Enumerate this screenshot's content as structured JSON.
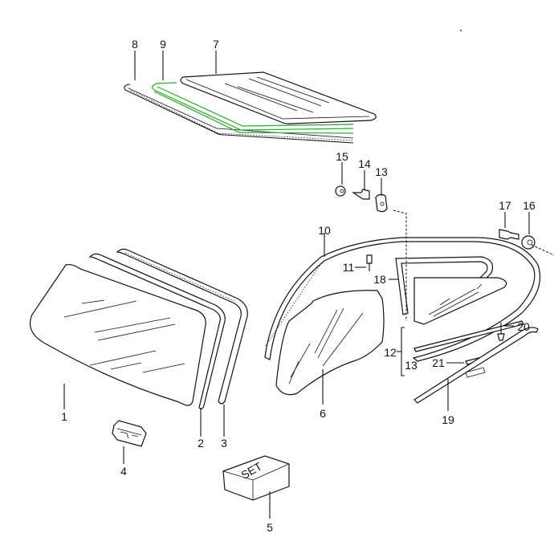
{
  "diagram": {
    "type": "exploded parts diagram",
    "subject": "vehicle glazing (windshield, sunroof, side and quarter windows)",
    "accent_color": "#2aa82a",
    "parts": [
      {
        "id": "1",
        "label": "1",
        "name": "windshield glass"
      },
      {
        "id": "2",
        "label": "2",
        "name": "windshield inner seal"
      },
      {
        "id": "3",
        "label": "3",
        "name": "windshield outer seal"
      },
      {
        "id": "4",
        "label": "4",
        "name": "mirror base / clip"
      },
      {
        "id": "5",
        "label": "5",
        "name": "adhesive set",
        "box_text": "SET"
      },
      {
        "id": "6",
        "label": "6",
        "name": "door window glass"
      },
      {
        "id": "7",
        "label": "7",
        "name": "sunroof glass panel"
      },
      {
        "id": "8",
        "label": "8",
        "name": "sunroof outer seal"
      },
      {
        "id": "9",
        "label": "9",
        "name": "sunroof inner seal"
      },
      {
        "id": "10",
        "label": "10",
        "name": "roof frame seal"
      },
      {
        "id": "11",
        "label": "11",
        "name": "clip pin"
      },
      {
        "id": "12",
        "label": "12",
        "name": "quarter window assembly"
      },
      {
        "id": "13a",
        "label": "13",
        "name": "grommet"
      },
      {
        "id": "13b",
        "label": "13",
        "name": "quarter window assembly (variant)"
      },
      {
        "id": "14",
        "label": "14",
        "name": "stud"
      },
      {
        "id": "15",
        "label": "15",
        "name": "nut"
      },
      {
        "id": "16",
        "label": "16",
        "name": "washer"
      },
      {
        "id": "17",
        "label": "17",
        "name": "bolt"
      },
      {
        "id": "18",
        "label": "18",
        "name": "quarter window frame seal"
      },
      {
        "id": "19",
        "label": "19",
        "name": "sill trim strip"
      },
      {
        "id": "20",
        "label": "20",
        "name": "clip"
      },
      {
        "id": "21",
        "label": "21",
        "name": "spacer"
      }
    ]
  }
}
